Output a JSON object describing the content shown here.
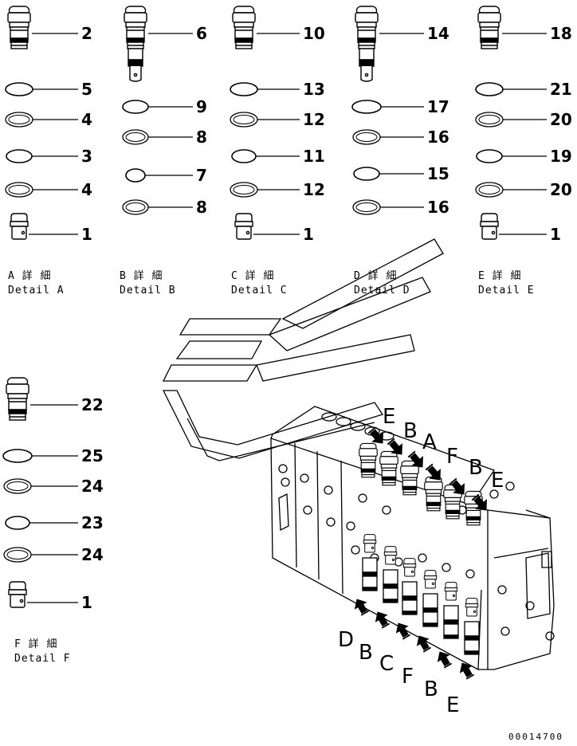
{
  "details": [
    {
      "caption_ja": "A 詳 細",
      "caption_en": "Detail A",
      "parts": [
        "2",
        "5",
        "4",
        "3",
        "4",
        "1"
      ]
    },
    {
      "caption_ja": "B 詳 細",
      "caption_en": "Detail B",
      "parts": [
        "6",
        "9",
        "8",
        "7",
        "8"
      ]
    },
    {
      "caption_ja": "C 詳 細",
      "caption_en": "Detail C",
      "parts": [
        "10",
        "13",
        "12",
        "11",
        "12",
        "1"
      ]
    },
    {
      "caption_ja": "D 詳 細",
      "caption_en": "Detail D",
      "parts": [
        "14",
        "17",
        "16",
        "15",
        "16"
      ]
    },
    {
      "caption_ja": "E 詳 細",
      "caption_en": "Detail E",
      "parts": [
        "18",
        "21",
        "20",
        "19",
        "20",
        "1"
      ]
    },
    {
      "caption_ja": "F 詳 細",
      "caption_en": "Detail F",
      "parts": [
        "22",
        "25",
        "24",
        "23",
        "24",
        "1"
      ]
    }
  ],
  "assembly_labels": {
    "top": [
      "E",
      "B",
      "A",
      "F",
      "B",
      "E"
    ],
    "bottom": [
      "D",
      "B",
      "C",
      "F",
      "B",
      "E"
    ]
  },
  "drawing_code": "00014700"
}
